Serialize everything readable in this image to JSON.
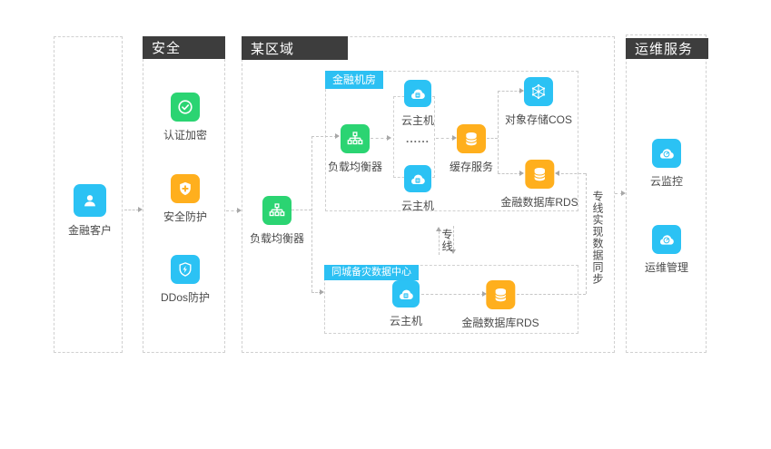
{
  "customer": {
    "label": "金融客户"
  },
  "security": {
    "header": "安全",
    "auth": "认证加密",
    "protect": "安全防护",
    "ddos": "DDos防护"
  },
  "region": {
    "header": "某区域",
    "lb_outer": "负载均衡器",
    "finance_room": {
      "tab": "金融机房",
      "lb": "负载均衡器",
      "host_top": "云主机",
      "dots": "......",
      "host_bottom": "云主机",
      "cache": "缓存服务",
      "cos": "对象存储COS",
      "rds": "金融数据库RDS"
    },
    "dr_center": {
      "tab": "同城备灾数据中心",
      "host": "云主机",
      "rds": "金融数据库RDS"
    },
    "line_label": "专线",
    "sync_label": "专线实现数据同步"
  },
  "ops": {
    "header": "运维服务",
    "monitor": "云监控",
    "manage": "运维管理"
  },
  "colors": {
    "icon_green": "#2bd472",
    "icon_cyan": "#2bc2f4",
    "icon_orange": "#ffaf1d",
    "header_bg": "#3d3d3d",
    "tab_bg": "#2cc0f3",
    "dashed_border": "#d0d0d0",
    "text": "#4a4a4a"
  }
}
